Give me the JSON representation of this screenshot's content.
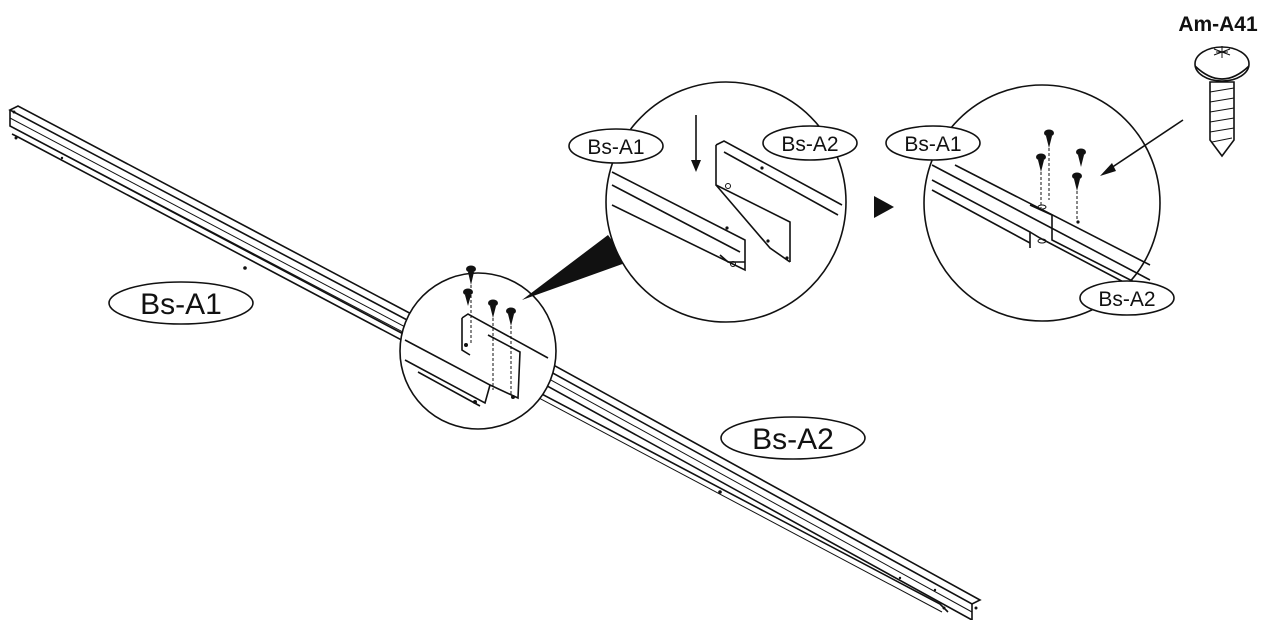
{
  "labels": {
    "main_a1": "Bs-A1",
    "main_a2": "Bs-A2",
    "detail1_a1": "Bs-A1",
    "detail1_a2": "Bs-A2",
    "detail2_a1": "Bs-A1",
    "detail2_a2": "Bs-A2",
    "screw_part": "Am-A41"
  },
  "icons": {
    "step_arrow": "play-triangle-icon",
    "insert_arrow": "arrow-down-icon",
    "screw": "pan-head-screw-icon"
  }
}
